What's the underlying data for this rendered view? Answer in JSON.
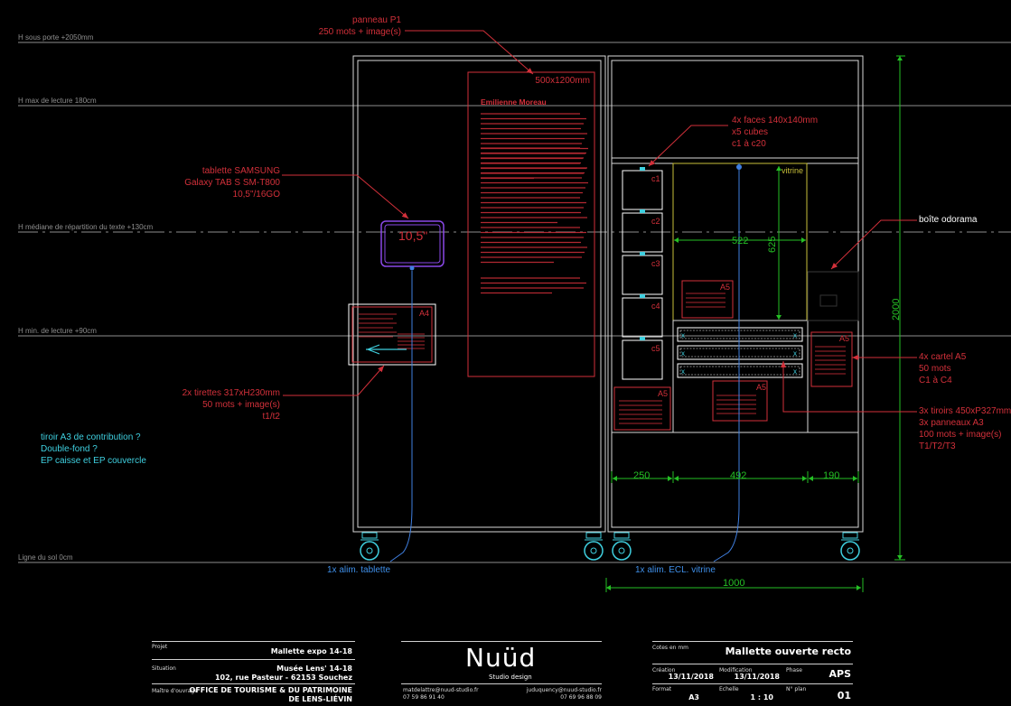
{
  "levels": {
    "top_door": "H sous porte +2050mm",
    "max_read": "H max de lecture 180cm",
    "median": "H médiane de répartition du texte +130cm",
    "min_read": "H min. de lecture +90cm",
    "ground": "Ligne du sol 0cm"
  },
  "annotations": {
    "panel_p1_line1": "panneau P1",
    "panel_p1_line2": "250 mots + image(s)",
    "panel_size": "500x1200mm",
    "panel_heading": "Emilienne Moreau",
    "tablet_line1": "tablette SAMSUNG",
    "tablet_line2": "Galaxy TAB S SM-T800",
    "tablet_line3": "10,5\"/16GO",
    "tablet_screen": "10,5\"",
    "pullouts_line1": "2x tirettes 317xH230mm",
    "pullouts_line2": "50 mots + image(s)",
    "pullouts_line3": "t1/t2",
    "a4_label": "A4",
    "faces_line1": "4x faces 140x140mm",
    "faces_line2": "x5 cubes",
    "faces_line3": "c1 à c20",
    "cubes": [
      "c1",
      "c2",
      "c3",
      "c4",
      "c5"
    ],
    "vitrine": "vitrine",
    "odorama": "boîte odorama",
    "card_a5_line1": "4x cartel A5",
    "card_a5_line2": "50 mots",
    "card_a5_line3": "C1 à C4",
    "a5_label": "A5",
    "drawers_line1": "3x tiroirs 450xP327mm",
    "drawers_line2": "3x panneaux A3",
    "drawers_line3": "100 mots + image(s)",
    "drawers_line4": "T1/T2/T3",
    "note_line1": "tiroir  A3 de contribution ?",
    "note_line2": "Double-fond ?",
    "note_line3": "EP caisse et EP couvercle",
    "power_tablet": "1x alim. tablette",
    "power_vitrine": "1x alim. ECL. vitrine"
  },
  "dimensions": {
    "vitrine_width": "522",
    "vitrine_height": "625",
    "total_height": "2000",
    "bottom_left": "250",
    "bottom_mid": "492",
    "bottom_right": "190",
    "total_width": "1000"
  },
  "title_block": {
    "projet_label": "Projet",
    "projet_value": "Mallette expo 14-18",
    "situation_label": "Situation",
    "situation_line1": "Musée Lens' 14-18",
    "situation_line2": "102, rue Pasteur - 62153 Souchez",
    "moa_label": "Maître d'ouvrage",
    "moa_line1": "OFFICE DE TOURISME & DU PATRIMOINE",
    "moa_line2": "DE LENS-LIÉVIN",
    "logo": "Nuüd",
    "logo_sub": "Studio design",
    "email1": "matdelattre@nuud-studio.fr",
    "phone1": "07 59 86 91 40",
    "email2": "juduquency@nuud-studio.fr",
    "phone2": "07 69 96 88 09",
    "cotes_label": "Cotes en mm",
    "sheet_title": "Mallette ouverte recto",
    "creation_label": "Création",
    "creation_value": "13/11/2018",
    "modification_label": "Modification",
    "modification_value": "13/11/2018",
    "phase_label": "Phase",
    "phase_value": "APS",
    "format_label": "Format",
    "format_value": "A3",
    "echelle_label": "Echelle",
    "echelle_value": "1 : 10",
    "plan_label": "N° plan",
    "plan_value": "01"
  },
  "colors": {
    "annotation_red": "#d2303a",
    "dimension_green": "#25c025",
    "cyan": "#3fd0e0",
    "tablet_purple": "#8a49e8",
    "vitrine_yellow": "#c8bf3a",
    "level_grey": "#8e8e8e"
  }
}
